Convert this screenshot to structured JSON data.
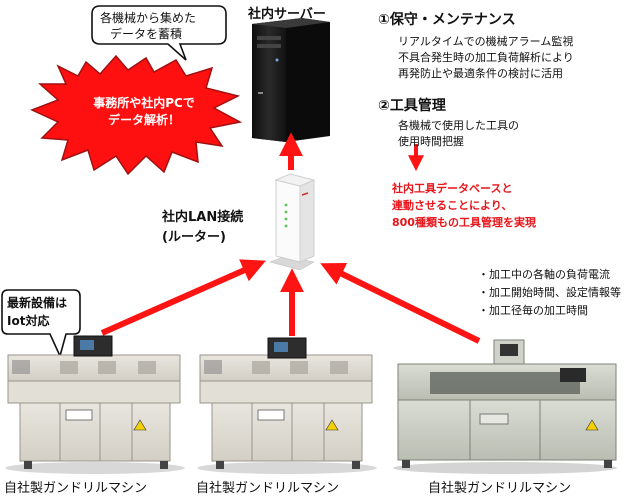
{
  "server": {
    "title": "社内サーバー"
  },
  "callout_top": {
    "line1": "各機械から集めた",
    "line2": "データを蓄積"
  },
  "burst": {
    "line1": "事務所や社内PCで",
    "line2": "データ解析！"
  },
  "maintenance": {
    "heading": "①保守・メンテナンス",
    "lines": [
      "リアルタイムでの機械アラーム監視",
      "不具合発生時の加工負荷解析により",
      "再発防止や最適条件の検討に活用"
    ]
  },
  "tool": {
    "heading": "②工具管理",
    "lines": [
      "各機械で使用した工具の",
      "使用時間把握"
    ],
    "red_lines": [
      "社内工具データベースと",
      "連動させることにより、",
      "800種類もの工具管理を実現"
    ]
  },
  "router": {
    "line1": "社内LAN接続",
    "line2": "(ルーター)"
  },
  "iot_callout": {
    "line1": "最新設備は",
    "line2": "Iot対応"
  },
  "bullets": [
    "・加工中の各軸の負荷電流",
    "・加工開始時間、設定情報等",
    "・加工径毎の加工時間"
  ],
  "machines": [
    {
      "label": "自社製ガンドリルマシン"
    },
    {
      "label": "自社製ガンドリルマシン"
    },
    {
      "label": "自社製ガンドリルマシン"
    }
  ],
  "colors": {
    "accent_red": "#ff1414",
    "burst_red": "#ff1010",
    "dark_red": "#a01010",
    "highlight_red": "#e8151b"
  }
}
